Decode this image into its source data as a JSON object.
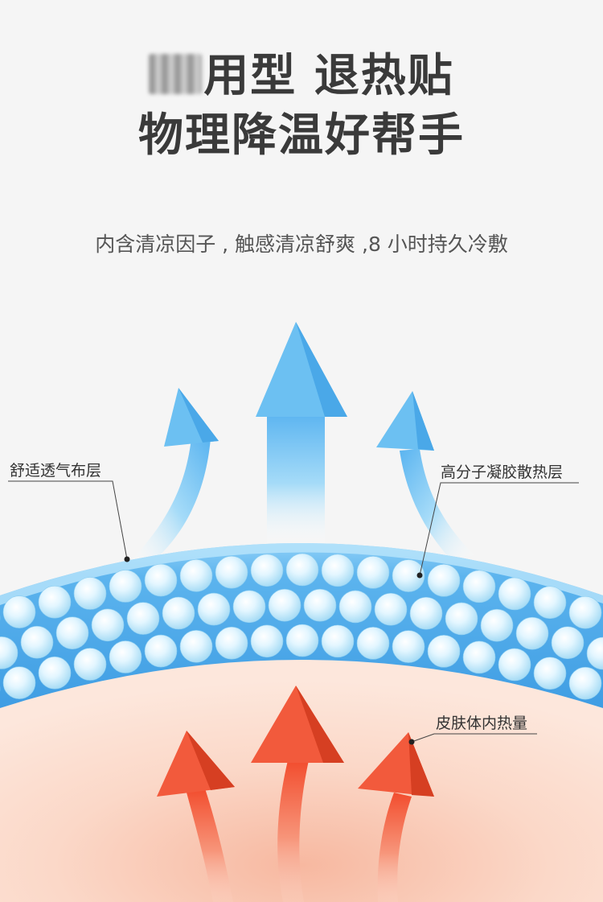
{
  "title": {
    "line1": "用型 退热贴",
    "line2": "物理降温好帮手"
  },
  "subtitle": "内含清凉因子 , 触感清凉舒爽 ,8 小时持久冷敷",
  "labels": {
    "fabric": "舒适透气布层",
    "gel": "高分子凝胶散热层",
    "skin": "皮肤体内热量"
  },
  "colors": {
    "blue_layer": "#5ab2ee",
    "cool_arrow": "#6cc0f2",
    "warm_arrow": "#f25a3c",
    "skin": "#fad8c6",
    "title_text": "#3a3a3a"
  }
}
